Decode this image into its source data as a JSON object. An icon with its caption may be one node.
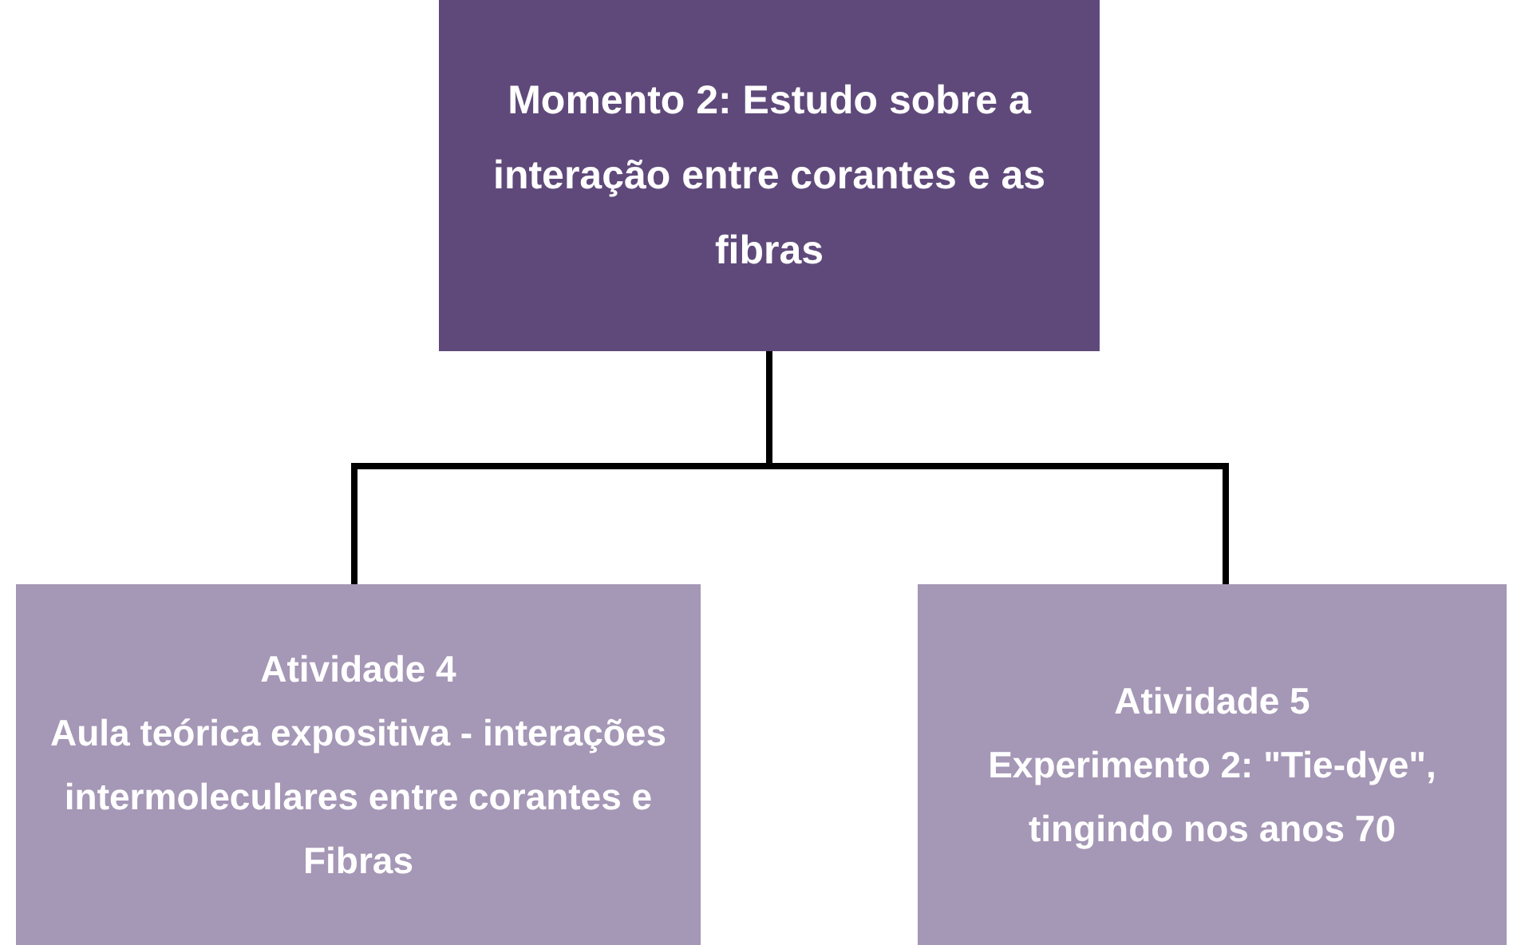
{
  "diagram": {
    "nodes": [
      {
        "text": [
          "Momento 2: Estudo sobre a interação entre corantes e as fibras"
        ]
      },
      {
        "text": [
          "Atividade 4",
          "Aula teórica expositiva - interações intermoleculares entre corantes e Fibras"
        ]
      },
      {
        "text": [
          "Atividade 5",
          "Experimento 2: \"Tie-dye\", tingindo nos anos 70"
        ]
      }
    ],
    "edges": [
      {
        "from": 0,
        "to": 1,
        "arrow": "none"
      },
      {
        "from": 0,
        "to": 2,
        "arrow": "none"
      }
    ]
  }
}
